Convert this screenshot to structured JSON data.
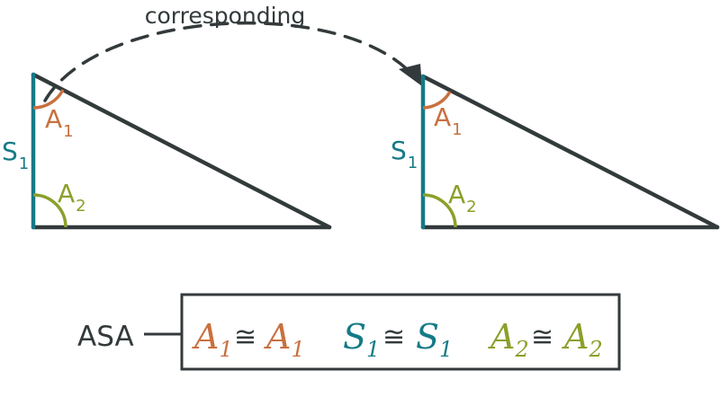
{
  "top_label": "corresponding",
  "colors": {
    "dark": "#333a3b",
    "angle1": "#c8703f",
    "side": "#157a87",
    "angle2": "#8aa02a"
  },
  "triangle_labels": {
    "side_main": "S",
    "side_sub": "1",
    "angle1_main": "A",
    "angle1_sub": "1",
    "angle2_main": "A",
    "angle2_sub": "2"
  },
  "rule": {
    "name": "ASA",
    "relation_symbol": "≅",
    "pairs": [
      {
        "main": "A",
        "sub": "1",
        "color": "#c8703f"
      },
      {
        "main": "S",
        "sub": "1",
        "color": "#157a87"
      },
      {
        "main": "A",
        "sub": "2",
        "color": "#8aa02a"
      }
    ]
  }
}
